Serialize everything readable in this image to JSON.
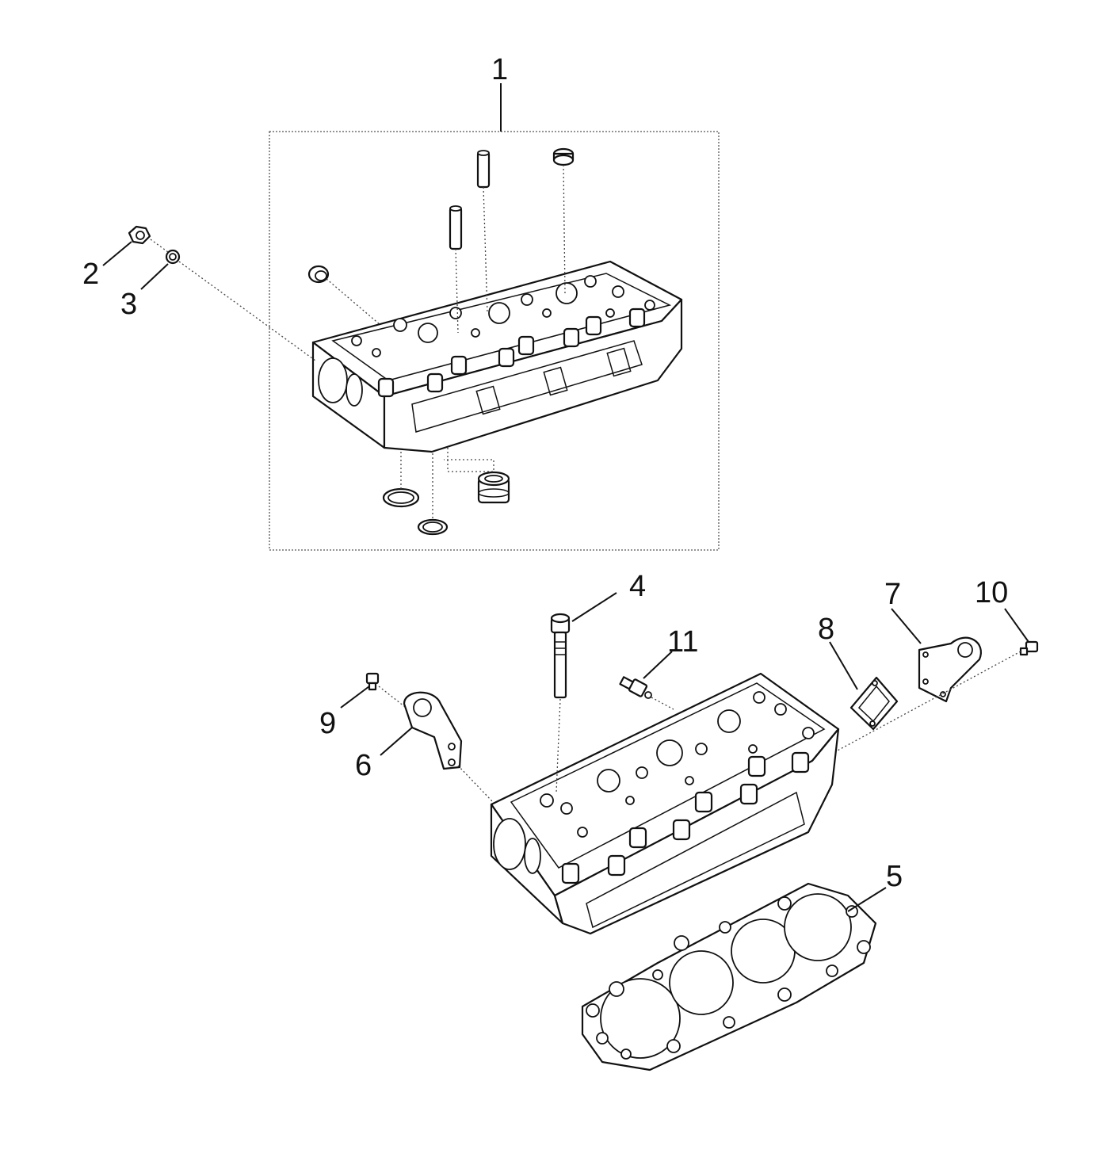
{
  "callouts": [
    {
      "id": "1",
      "text": "1"
    },
    {
      "id": "2",
      "text": "2"
    },
    {
      "id": "3",
      "text": "3"
    },
    {
      "id": "4",
      "text": "4"
    },
    {
      "id": "5",
      "text": "5"
    },
    {
      "id": "6",
      "text": "6"
    },
    {
      "id": "7",
      "text": "7"
    },
    {
      "id": "8",
      "text": "8"
    },
    {
      "id": "9",
      "text": "9"
    },
    {
      "id": "10",
      "text": "10"
    },
    {
      "id": "11",
      "text": "11"
    }
  ],
  "colors": {
    "line": "#111111",
    "background": "#ffffff",
    "leader": "#444444"
  }
}
